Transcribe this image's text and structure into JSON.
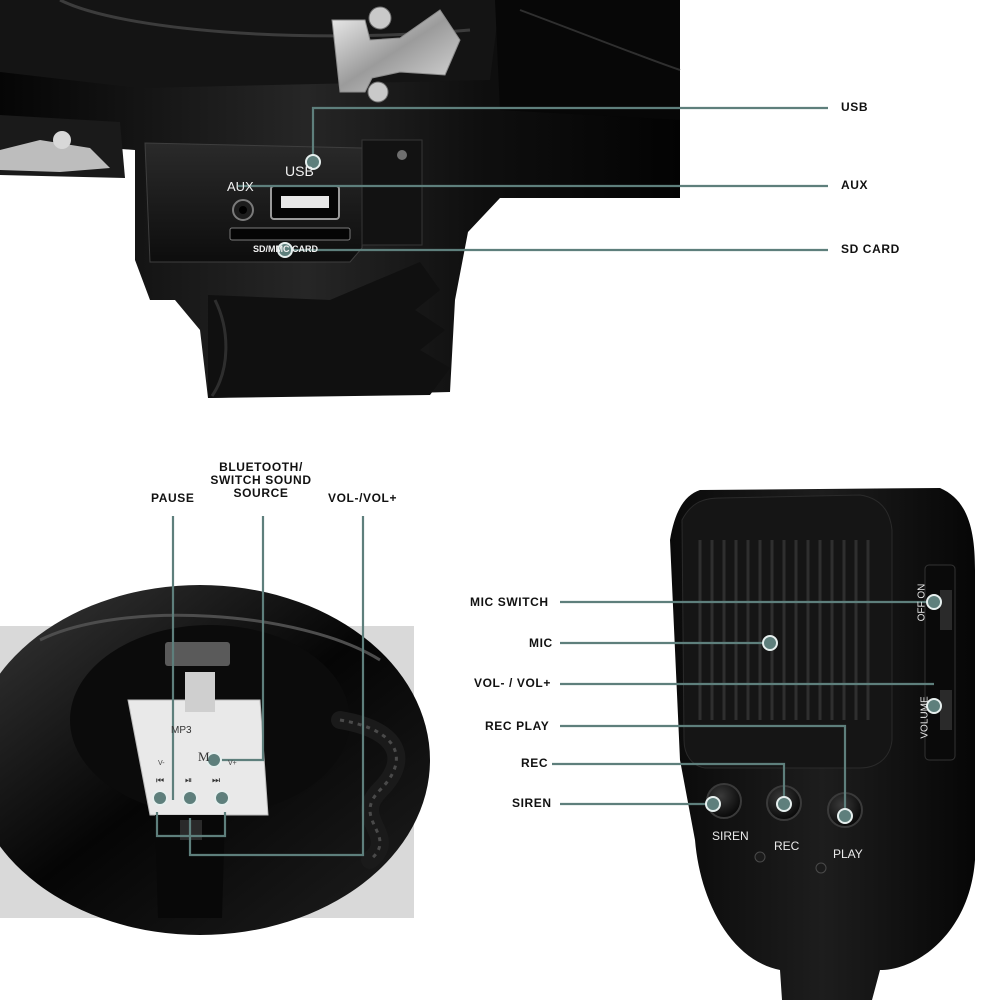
{
  "colors": {
    "callout": "#5e7f7c",
    "callout_dot": "#5e7f7c",
    "device_body": "#0c0c0c",
    "background": "#ffffff"
  },
  "labels": {
    "usb": "USB",
    "aux": "AUX",
    "sd_card": "SD CARD",
    "pause": "PAUSE",
    "bluetooth_line1": "BLUETOOTH/",
    "bluetooth_line2": "SWITCH SOUND",
    "bluetooth_line3": "SOURCE",
    "vol_top": "VOL-/VOL+",
    "mic_switch": "MIC SWITCH",
    "mic": "MIC",
    "vol_mic": "VOL- / VOL+",
    "rec_play": "REC PLAY",
    "rec": "REC",
    "siren": "SIREN"
  },
  "device_imprints": {
    "usb_port": "USB",
    "aux_jack": "AUX",
    "sd_slot": "SD/MMC CARD",
    "mp3": "MP3",
    "m_button": "M",
    "vol_minus": "V-",
    "vol_plus": "V+",
    "prev": "⏮",
    "play_pause": "⏯",
    "next": "⏭",
    "off_on": "OFF ON",
    "volume": "VOLUME",
    "siren_btn": "SIREN",
    "rec_btn": "REC",
    "play_btn": "PLAY"
  }
}
